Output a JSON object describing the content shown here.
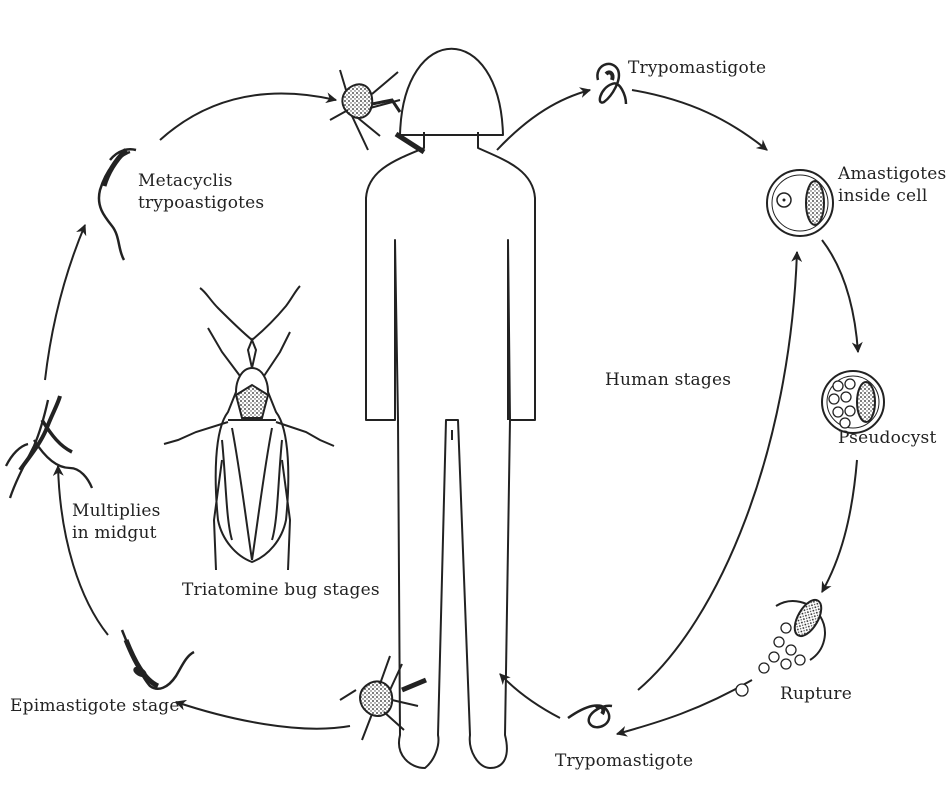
{
  "labels": {
    "trypomastigote_top": "Trypomastigote",
    "amastigotes_line1": "Amastigotes",
    "amastigotes_line2": "inside cell",
    "pseudocyst": "Pseudocyst",
    "rupture": "Rupture",
    "trypomastigote_bottom": "Trypomastigote",
    "epimastigote_stage": "Epimastigote stage",
    "multiplies_line1": "Multiplies",
    "multiplies_line2": "in midgut",
    "metacyclic_line1": "Metacyclis",
    "metacyclic_line2": "trypoastigotes",
    "human_stages": "Human stages",
    "triatomine_bug_stages": "Triatomine bug stages"
  },
  "colors": {
    "ink": "#222222",
    "background": "#ffffff"
  }
}
